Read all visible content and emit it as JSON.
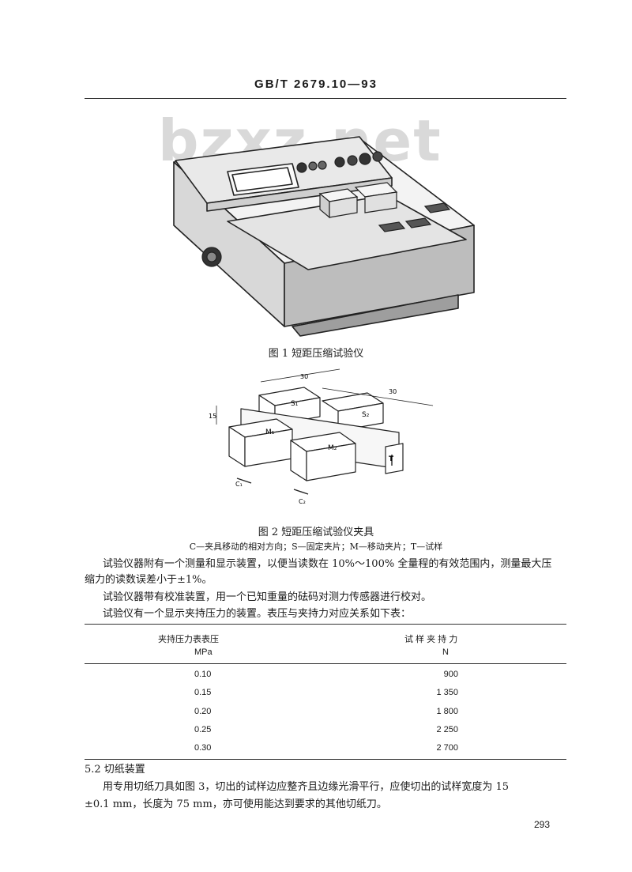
{
  "header": {
    "standard_code": "GB/T 2679.10—93"
  },
  "watermark": {
    "text": "bzxz.net"
  },
  "figure1": {
    "caption": "图 1   短距压缩试验仪"
  },
  "figure2": {
    "caption": "图 2   短距压缩试验仪夹具",
    "legend": "C—夹具移动的相对方向；S—固定夹片；M—移动夹片；T—试样",
    "labels": {
      "dim_30a": "30",
      "dim_30b": "30",
      "dim_15": "15",
      "s1": "S₁",
      "s2": "S₂",
      "m1": "M₁",
      "m2": "M₂",
      "t": "T",
      "c1": "C₁",
      "c2": "C₂"
    }
  },
  "paragraphs": {
    "p1_line1": "试验仪器附有一个测量和显示装置，以便当读数在 10%～100% 全量程的有效范围内，测量最大压",
    "p1_line2": "缩力的读数误差小于±1%。",
    "p2": "试验仪器带有校准装置，用一个已知重量的砝码对测力传感器进行校对。",
    "p3": "试验仪有一个显示夹持压力的装置。表压与夹持力对应关系如下表："
  },
  "table": {
    "col1_header": "夹持压力表表压",
    "col1_unit": "MPa",
    "col2_header": "试  样  夹  持  力",
    "col2_unit": "N",
    "rows": [
      {
        "pressure": "0.10",
        "force": "900"
      },
      {
        "pressure": "0.15",
        "force": "1 350"
      },
      {
        "pressure": "0.20",
        "force": "1 800"
      },
      {
        "pressure": "0.25",
        "force": "2 250"
      },
      {
        "pressure": "0.30",
        "force": "2 700"
      }
    ]
  },
  "section52": {
    "heading": "5.2   切纸装置",
    "line1": "用专用切纸刀具如图 3，切出的试样边应整齐且边缘光滑平行，应使切出的试样宽度为 15",
    "line2": "±0.1 mm，长度为 75 mm，亦可使用能达到要求的其他切纸刀。"
  },
  "footer": {
    "page_number": "293"
  }
}
